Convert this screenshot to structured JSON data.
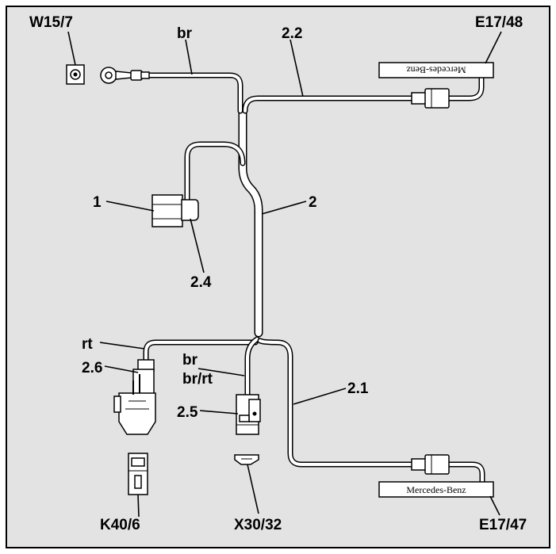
{
  "labels": {
    "w15_7": "W15/7",
    "br_top": "br",
    "wire_2_2": "2.2",
    "e17_48": "E17/48",
    "part_1": "1",
    "wire_2": "2",
    "wire_2_4": "2.4",
    "rt": "rt",
    "br_mid": "br",
    "br_rt": "br/rt",
    "part_2_6": "2.6",
    "wire_2_1": "2.1",
    "part_2_5": "2.5",
    "k40_6": "K40/6",
    "x30_32": "X30/32",
    "e17_47": "E17/47"
  },
  "brands": {
    "top_plate": "Mercedes-Benz",
    "bottom_plate": "Mercedes-Benz"
  },
  "colors": {
    "background": "#e3e3e3",
    "frame": "#000000",
    "wire": "#ffffff"
  }
}
